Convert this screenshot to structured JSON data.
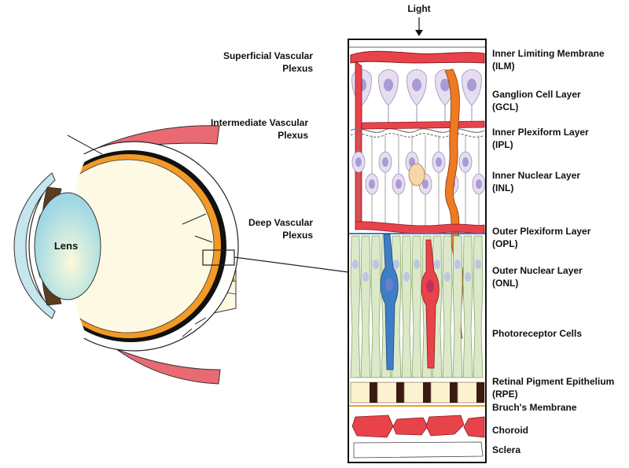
{
  "light_label": "Light",
  "lens_label": "Lens",
  "left_labels": [
    {
      "id": "superficial",
      "lines": [
        "Superficial Vascular",
        "Plexus"
      ]
    },
    {
      "id": "intermediate",
      "lines": [
        "Intermediate Vascular",
        "Plexus"
      ]
    },
    {
      "id": "deep",
      "lines": [
        "Deep Vascular",
        "Plexus"
      ]
    }
  ],
  "right_labels": [
    {
      "id": "ilm",
      "lines": [
        "Inner Limiting Membrane",
        "(ILM)"
      ]
    },
    {
      "id": "gcl",
      "lines": [
        "Ganglion Cell Layer",
        "(GCL)"
      ]
    },
    {
      "id": "ipl",
      "lines": [
        "Inner Plexiform Layer",
        "(IPL)"
      ]
    },
    {
      "id": "inl",
      "lines": [
        "Inner Nuclear Layer",
        "(INL)"
      ]
    },
    {
      "id": "opl",
      "lines": [
        "Outer Plexiform Layer",
        "(OPL)"
      ]
    },
    {
      "id": "onl",
      "lines": [
        "Outer Nuclear Layer",
        "(ONL)"
      ]
    },
    {
      "id": "photoreceptor",
      "lines": [
        "Photoreceptor Cells"
      ]
    },
    {
      "id": "rpe",
      "lines": [
        "Retinal Pigment Epithelium",
        "(RPE)"
      ]
    },
    {
      "id": "bruch",
      "lines": [
        "Bruch's Membrane"
      ]
    },
    {
      "id": "choroid",
      "lines": [
        "Choroid"
      ]
    },
    {
      "id": "sclera",
      "lines": [
        "Sclera"
      ]
    }
  ],
  "colors": {
    "vessel_red": "#e8434b",
    "muscle_pink": "#e96a72",
    "vessel_orange": "#ef7a22",
    "vessel_blue": "#3d7ec6",
    "ganglion_purple": "#e6def0",
    "nucleus_purple": "#a99bd4",
    "photoreceptor_green": "#dbe9c8",
    "eye_fill": "#fdf9e2",
    "lens_blue": "#a8dbe6",
    "cornea_blue": "#c6e6ee",
    "iris_brown": "#5b3d1f",
    "choroid_orange": "#f29a25",
    "rpe_cream": "#fbf2cf",
    "rpe_dark": "#3a1a12"
  }
}
